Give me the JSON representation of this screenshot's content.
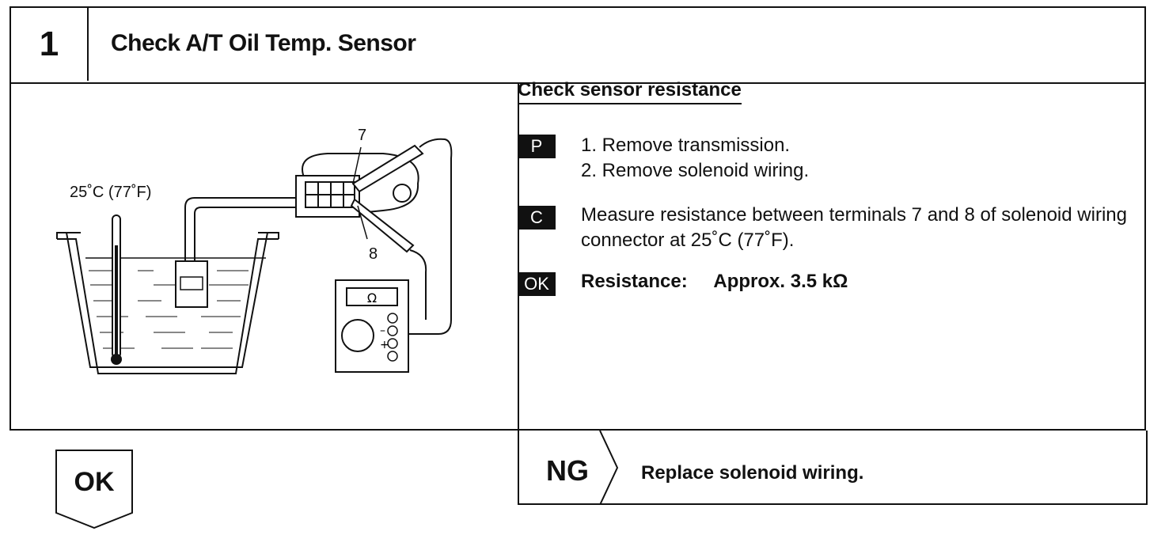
{
  "header": {
    "step_number": "1",
    "title": "Check A/T Oil Temp. Sensor"
  },
  "figure": {
    "temp_label": "25˚C (77˚F)",
    "terminal_7": "7",
    "terminal_8": "8",
    "meter_symbol": "Ω",
    "meter_minus": "–",
    "meter_plus": "+"
  },
  "procedure": {
    "section_title": "Check sensor resistance",
    "prep_tag": "P",
    "prep_steps": [
      "1.  Remove transmission.",
      "2.  Remove solenoid wiring."
    ],
    "check_tag": "C",
    "check_text": "Measure resistance between terminals 7 and 8 of solenoid wiring connector at 25˚C (77˚F).",
    "ok_tag": "OK",
    "result_label": "Resistance:",
    "result_value": "Approx. 3.5 kΩ"
  },
  "outcomes": {
    "ok_label": "OK",
    "ng_label": "NG",
    "ng_action": "Replace solenoid wiring."
  }
}
